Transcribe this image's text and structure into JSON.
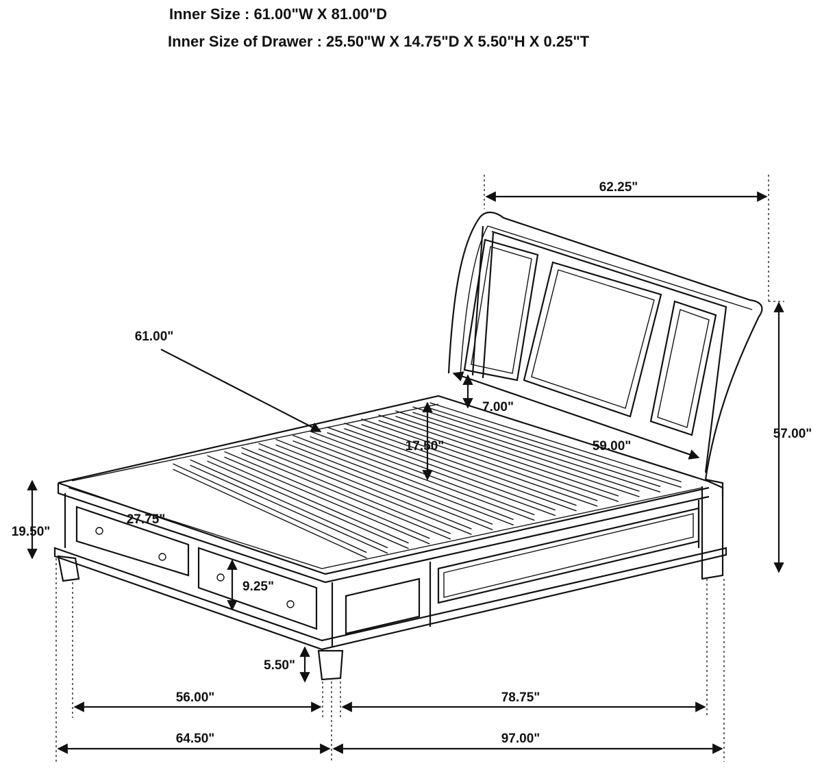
{
  "header": {
    "inner_size": "Inner Size : 61.00\"W X 81.00\"D",
    "inner_size_drawer": "Inner Size of Drawer : 25.50\"W X 14.75\"D X 5.50\"H X 0.25\"T"
  },
  "dimensions": {
    "headboard_width": "62.25\"",
    "inner_width": "61.00\"",
    "headboard_panel_gap": "7.00\"",
    "slat_height": "17.50\"",
    "inner_headboard_width": "59.00\"",
    "headboard_height": "57.00\"",
    "footboard_height": "19.50\"",
    "drawer_width": "27.75\"",
    "drawer_height": "9.25\"",
    "leg_height": "5.50\"",
    "inner_width_bottom": "56.00\"",
    "inner_length": "78.75\"",
    "overall_width": "64.50\"",
    "overall_length": "97.00\""
  }
}
